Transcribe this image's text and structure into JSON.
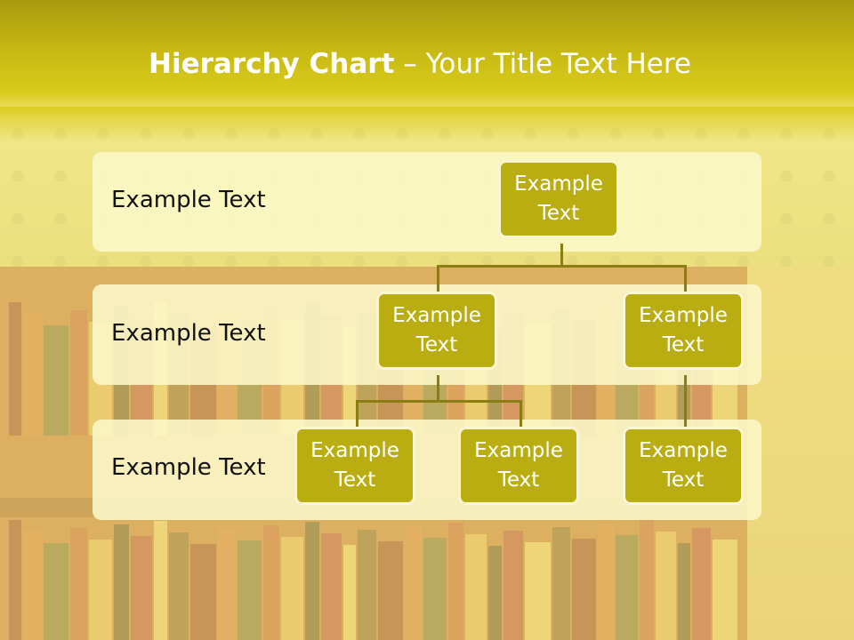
{
  "slide": {
    "title_bold": "Hierarchy Chart",
    "title_rest": " – Your Title Text Here"
  },
  "rows": [
    {
      "label": "Example Text"
    },
    {
      "label": "Example Text"
    },
    {
      "label": "Example Text"
    }
  ],
  "nodes": {
    "root": {
      "line1": "Example",
      "line2": "Text"
    },
    "l2_left": {
      "line1": "Example",
      "line2": "Text"
    },
    "l2_right": {
      "line1": "Example",
      "line2": "Text"
    },
    "l3_a": {
      "line1": "Example",
      "line2": "Text"
    },
    "l3_b": {
      "line1": "Example",
      "line2": "Text"
    },
    "l3_c": {
      "line1": "Example",
      "line2": "Text"
    }
  },
  "colors": {
    "node_fill": "#b9ad12",
    "node_border": "#fbf6d2",
    "connector": "#8a7d12",
    "header": "#c8b914"
  }
}
